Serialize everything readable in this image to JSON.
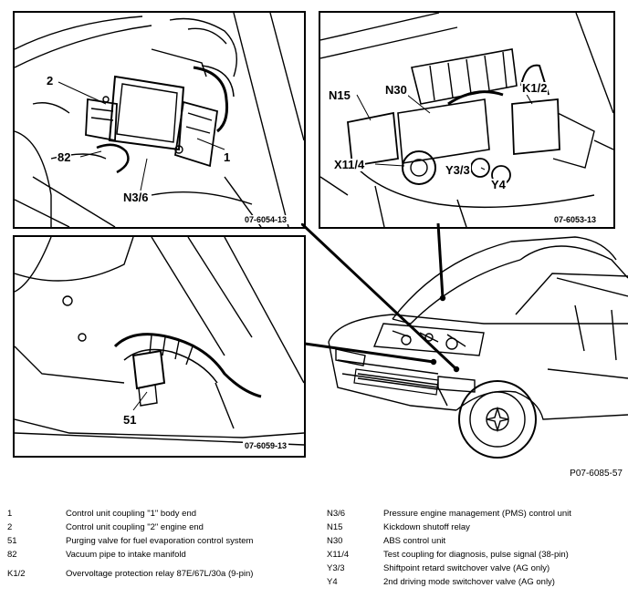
{
  "panels": {
    "top_left": {
      "figure_number": "07-6054-13",
      "callouts": [
        "2",
        "1",
        "82",
        "N3/6"
      ]
    },
    "top_right": {
      "figure_number": "07-6053-13",
      "callouts": [
        "N15",
        "N30",
        "K1/2",
        "X11/4",
        "Y3/3",
        "Y4"
      ]
    },
    "bottom_left": {
      "figure_number": "07-6059-13",
      "callouts": [
        "51"
      ]
    }
  },
  "main_figure_code": "P07-6085-57",
  "legend": {
    "left": [
      {
        "key": "1",
        "desc": "Control unit coupling \"1\" body end"
      },
      {
        "key": "2",
        "desc": "Control unit coupling \"2\" engine end"
      },
      {
        "key": "51",
        "desc": "Purging valve for fuel evaporation control system"
      },
      {
        "key": "82",
        "desc": "Vacuum pipe to intake manifold"
      },
      {
        "key": "K1/2",
        "desc": "Overvoltage protection relay 87E/67L/30a (9-pin)"
      }
    ],
    "right": [
      {
        "key": "N3/6",
        "desc": "Pressure engine management (PMS) control unit"
      },
      {
        "key": "N15",
        "desc": "Kickdown shutoff relay"
      },
      {
        "key": "N30",
        "desc": "ABS control unit"
      },
      {
        "key": "X11/4",
        "desc": "Test coupling for diagnosis, pulse signal (38-pin)"
      },
      {
        "key": "Y3/3",
        "desc": "Shiftpoint retard switchover valve (AG only)"
      },
      {
        "key": "Y4",
        "desc": "2nd driving mode switchover valve (AG only)"
      }
    ]
  }
}
